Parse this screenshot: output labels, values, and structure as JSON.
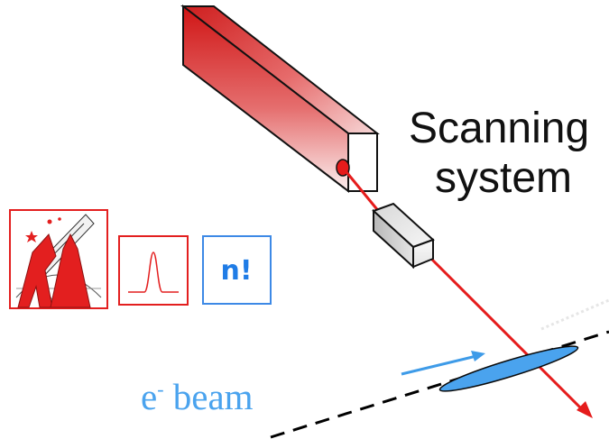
{
  "labels": {
    "title_line1": "Scanning",
    "title_line2": "system",
    "beam_prefix": "e",
    "beam_superscript": "-",
    "beam_suffix": " beam",
    "icon_factorial": "n!"
  },
  "colors": {
    "laser": "#e51c1c",
    "electron": "#4aa3ee",
    "electron_text": "#4aa3ee",
    "factorial_box": "#3d89e6",
    "red_box": "#e31f1f",
    "dashed": "#000000"
  }
}
